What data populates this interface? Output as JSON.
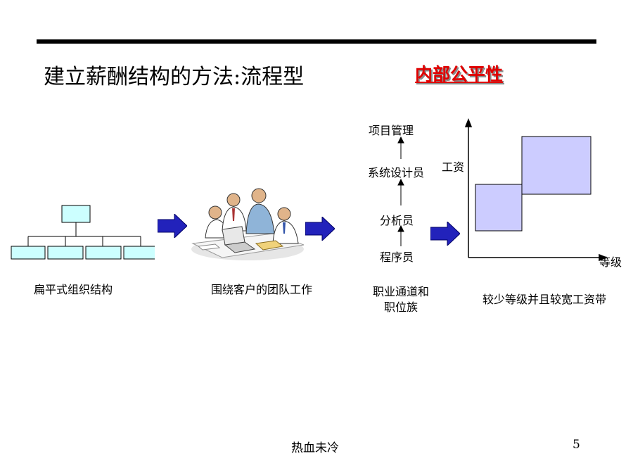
{
  "slide": {
    "title": "建立薪酬结构的方法:流程型",
    "subtitle": "内部公平性",
    "footer_text": "热血未冷",
    "page_number": "5"
  },
  "org_chart": {
    "caption": "扁平式组织结构",
    "fill_color": "#ccffff"
  },
  "team_illustration": {
    "caption": "围绕客户的团队工作"
  },
  "career_ladder": {
    "levels": [
      "项目管理",
      "系统设计员",
      "分析员",
      "程序员"
    ],
    "caption_line1": "职业通道和",
    "caption_line2": "职位族"
  },
  "pay_chart": {
    "y_label": "工资",
    "x_label": "等级",
    "caption": "较少等级并且较宽工资带",
    "band_color": "#ccccff"
  },
  "colors": {
    "arrow": "#2222bb",
    "title_accent": "#e00000"
  }
}
